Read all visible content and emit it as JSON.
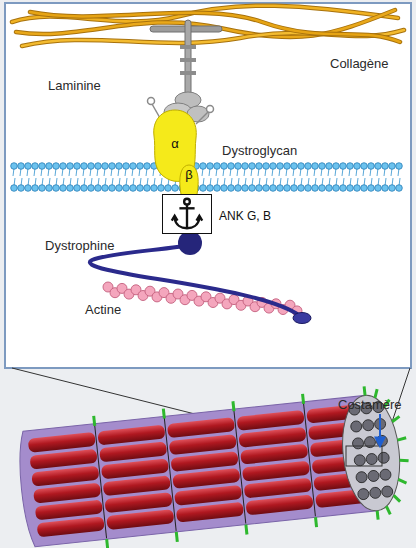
{
  "diagram": {
    "nodes": [
      {
        "text": [
          "α"
        ]
      },
      {
        "text": [
          "β"
        ]
      },
      {
        "text": [
          "ANK G, B"
        ]
      }
    ],
    "labels": [
      "Laminine",
      "Collagène",
      "Dystroglycan",
      "Dystrophine",
      "Actine",
      "Costamère"
    ]
  }
}
